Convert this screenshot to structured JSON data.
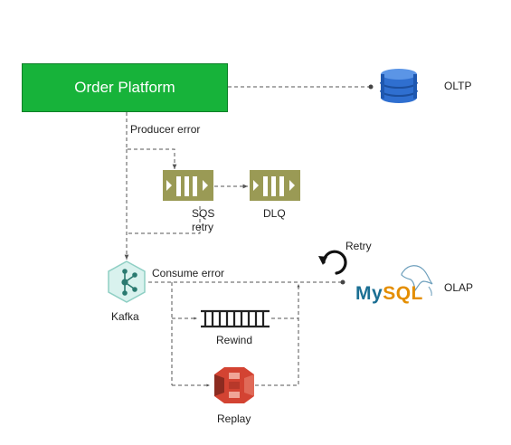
{
  "nodes": {
    "order_platform": "Order Platform",
    "oltp": "OLTP",
    "olap": "OLAP",
    "sqs_retry_line1": "SQS",
    "sqs_retry_line2": "retry",
    "dlq": "DLQ",
    "kafka": "Kafka",
    "rewind": "Rewind",
    "replay": "Replay",
    "mysql_logo": {
      "my": "My",
      "sql": "SQL"
    }
  },
  "edges": {
    "producer_error": "Producer error",
    "consume_error": "Consume error",
    "retry": "Retry"
  },
  "colors": {
    "order_platform_fill": "#17b33a",
    "database_blue": "#2f6fd0",
    "queue_olive": "#9a9a55",
    "kafka_teal": "#2a7a70",
    "s3_red": "#d34332",
    "connector": "#555555"
  },
  "icons": {
    "oltp": "database-icon",
    "sqs": "queue-icon",
    "dlq": "queue-icon",
    "kafka": "kafka-icon",
    "rewind": "ladder-icon",
    "replay": "s3-bucket-icon",
    "retry": "retry-arrow-icon",
    "mysql": "dolphin-icon"
  }
}
